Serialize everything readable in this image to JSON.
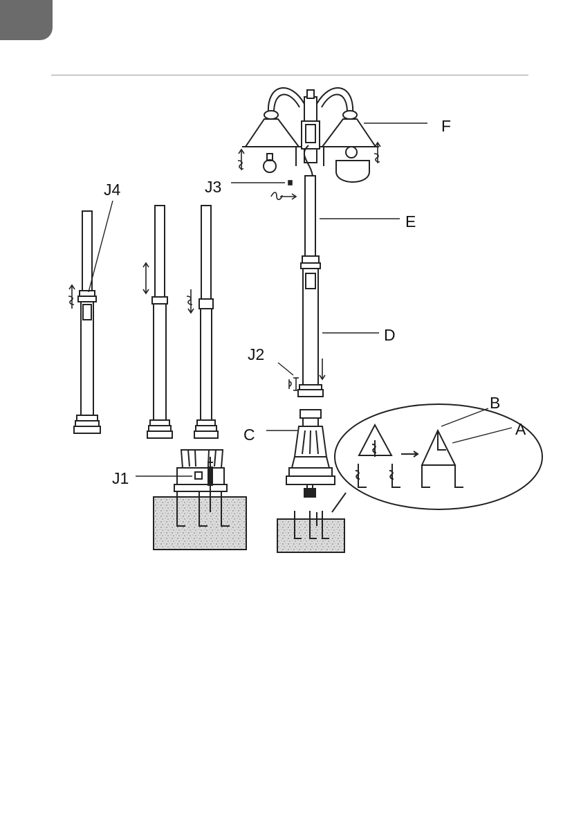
{
  "labels": {
    "a": "A",
    "b": "B",
    "c": "C",
    "d": "D",
    "e": "E",
    "f": "F",
    "j1": "J1",
    "j2": "J2",
    "j3": "J3",
    "j4": "J4"
  },
  "colors": {
    "ink": "#222222",
    "tab": "#6b6b6b",
    "concrete": "#d8d8d8"
  }
}
